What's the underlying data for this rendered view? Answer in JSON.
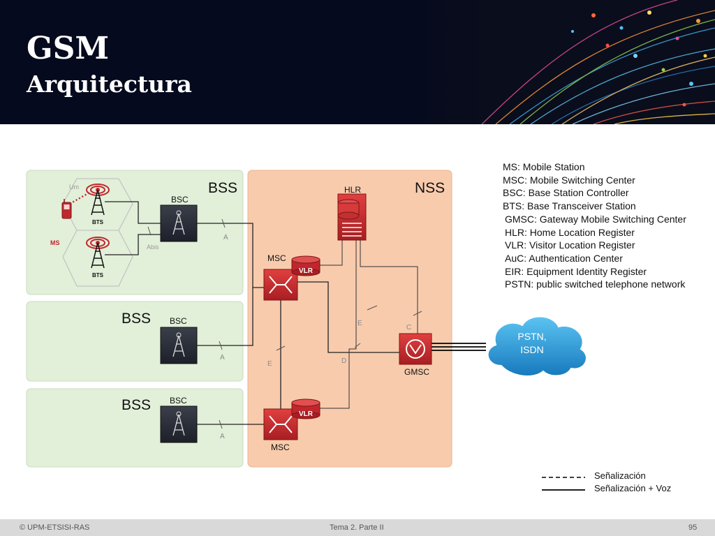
{
  "header": {
    "title": "GSM",
    "subtitle": "Arquitectura"
  },
  "diagram": {
    "bss_label": "BSS",
    "nss_label": "NSS",
    "bsc_label": "BSC",
    "bts_label": "BTS",
    "ms_label": "MS",
    "um_label": "Um",
    "abis_label": "Abis",
    "a_label": "A",
    "msc_label": "MSC",
    "vlr_label": "VLR",
    "hlr_label": "HLR",
    "gmsc_label": "GMSC",
    "e_label": "E",
    "d_label": "D",
    "c_label": "C",
    "pstn_line1": "PSTN,",
    "pstn_line2": "ISDN",
    "legend_signal": "Señalización",
    "legend_signal_voice": "Señalización + Voz"
  },
  "legend": [
    "MS: Mobile Station",
    "MSC: Mobile Switching Center",
    "BSC: Base Station Controller",
    "BTS: Base Transceiver Station",
    "GMSC: Gateway Mobile Switching Center",
    "HLR: Home Location Register",
    "VLR: Visitor Location Register",
    "AuC: Authentication Center",
    "EIR: Equipment Identity Register",
    "PSTN: public switched telephone network"
  ],
  "footer": {
    "copyright": "© UPM-ETSISI-RAS",
    "center": "Tema 2. Parte II",
    "page": "95"
  },
  "colors": {
    "header_bg": "#060a1e",
    "bss_bg": "#e2efd9",
    "nss_bg": "#f8cbad",
    "device_red": "#c0272d",
    "cloud_blue": "#1e8fd0"
  }
}
